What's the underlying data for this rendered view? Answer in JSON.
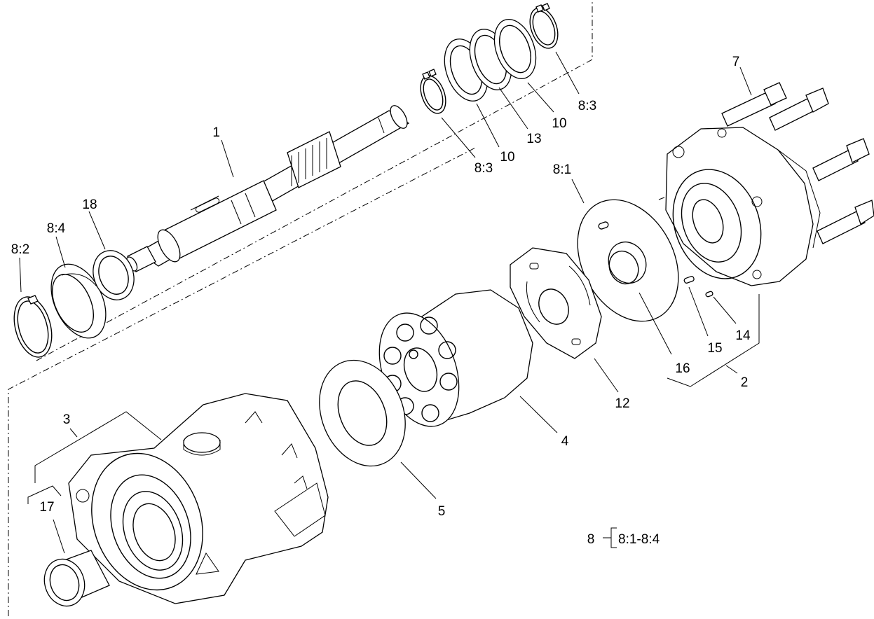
{
  "callouts": {
    "c1": "1",
    "c2": "2",
    "c3": "3",
    "c4": "4",
    "c5": "5",
    "c7": "7",
    "c8_1": "8:1",
    "c8_2": "8:2",
    "c8_3a": "8:3",
    "c8_3b": "8:3",
    "c8_4": "8:4",
    "c10a": "10",
    "c10b": "10",
    "c12": "12",
    "c13": "13",
    "c14": "14",
    "c15": "15",
    "c16": "16",
    "c17": "17",
    "c18": "18"
  },
  "kit_note": {
    "kit_number": "8",
    "range": "8:1-8:4"
  }
}
